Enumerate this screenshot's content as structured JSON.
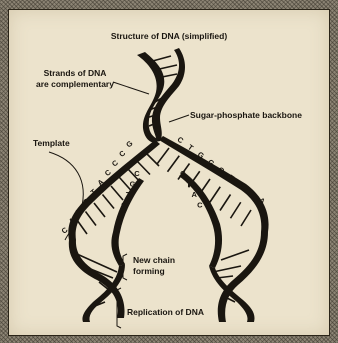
{
  "title": "Structure of DNA (simplified)",
  "labels": {
    "strands_line1": "Strands of DNA",
    "strands_line2": "are complementary",
    "backbone": "Sugar-phosphate backbone",
    "template": "Template",
    "new_chain_line1": "New chain",
    "new_chain_line2": "forming",
    "replication": "Replication of DNA"
  },
  "bases": {
    "left_outer": [
      "G",
      "C",
      "C",
      "C",
      "A",
      "T",
      "G",
      "T",
      "A",
      "C"
    ],
    "right_outer": [
      "C",
      "T",
      "G",
      "G",
      "G",
      "T",
      "A",
      "C",
      "A"
    ],
    "left_inner": [
      "C",
      "G",
      "T",
      "C"
    ],
    "right_inner": [
      "G",
      "T",
      "A",
      "C"
    ]
  }
}
